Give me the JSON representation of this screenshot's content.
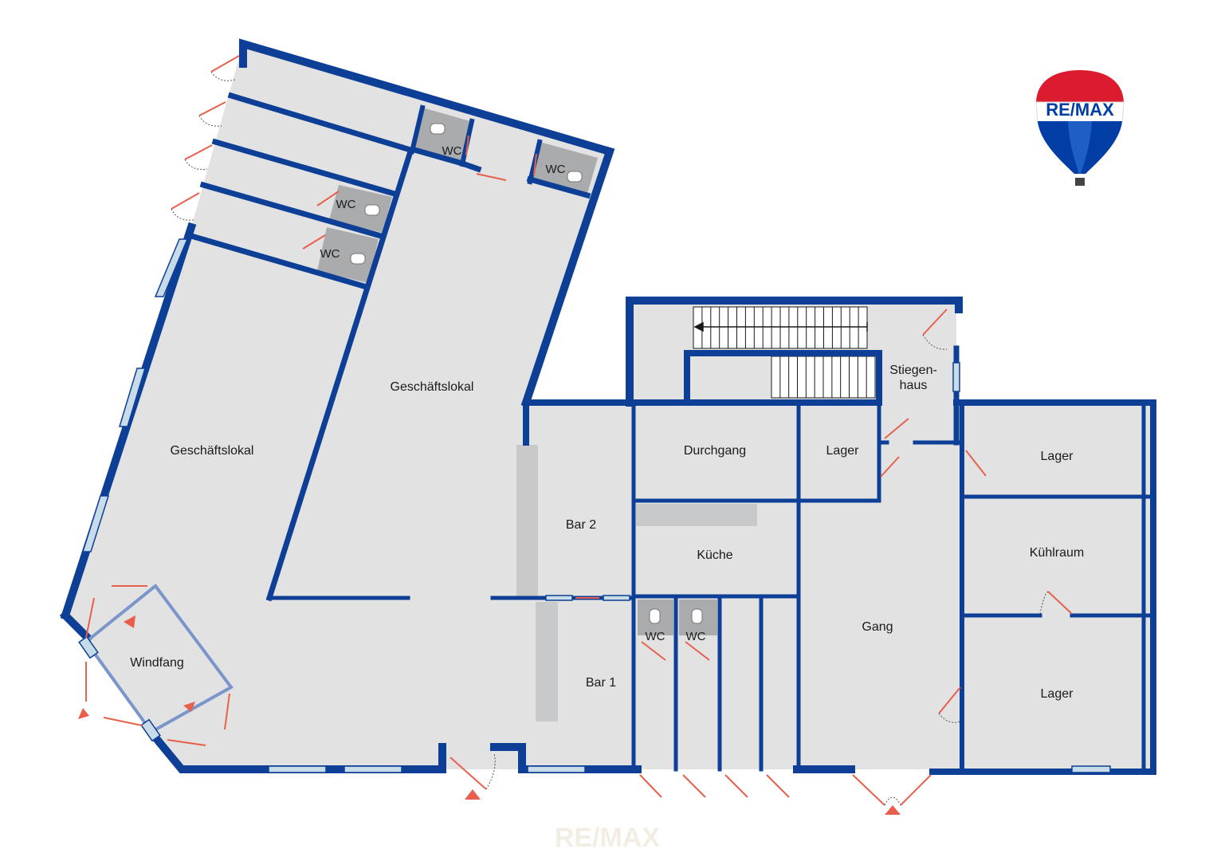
{
  "colors": {
    "wall": "#0c3f95",
    "floor": "#e2e2e3",
    "wc_floor": "#a9abad",
    "door": "#e8604c",
    "window": "#c7dce8",
    "counter": "#c8c9cb",
    "logo_red": "#dc1c2e",
    "logo_blue": "#003da5"
  },
  "logo": {
    "text": "RE/MAX",
    "icon": "hot-air-balloon-icon"
  },
  "watermark": {
    "text": "RE/MAX"
  },
  "rooms": {
    "geschaeftslokal_left": "Geschäftslokal",
    "geschaeftslokal_center": "Geschäftslokal",
    "windfang": "Windfang",
    "bar2": "Bar 2",
    "bar1": "Bar 1",
    "durchgang": "Durchgang",
    "lager_small": "Lager",
    "kueche": "Küche",
    "stiegenhaus_line1": "Stiegen-",
    "stiegenhaus_line2": "haus",
    "lager_top_right": "Lager",
    "kuehlraum": "Kühlraum",
    "lager_bottom_right": "Lager",
    "gang": "Gang"
  },
  "wcs": {
    "wc1": "WC",
    "wc2": "WC",
    "wc3": "WC",
    "wc4": "WC",
    "wc5": "WC",
    "wc6": "WC"
  }
}
